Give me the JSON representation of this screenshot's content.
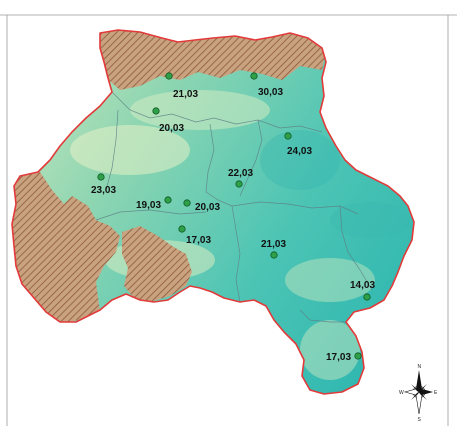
{
  "map": {
    "colors": {
      "border": "#e23a3a",
      "terrain_low": "#2fb7b0",
      "terrain_mid": "#8fd6b2",
      "terrain_high": "#d8ecc0",
      "hatch_fill": "#c9a27f",
      "hatch_line": "#8b5a3c",
      "marker_fill": "#2fa04a",
      "marker_stroke": "#0f5a22",
      "district_line": "#5e7f86"
    },
    "labels": [
      {
        "id": "lbl-1",
        "text": "21,03"
      },
      {
        "id": "lbl-2",
        "text": "30,03"
      },
      {
        "id": "lbl-3",
        "text": "20,03"
      },
      {
        "id": "lbl-4",
        "text": "24,03"
      },
      {
        "id": "lbl-5",
        "text": "22,03"
      },
      {
        "id": "lbl-6",
        "text": "23,03"
      },
      {
        "id": "lbl-7",
        "text": "19,03"
      },
      {
        "id": "lbl-8",
        "text": "20,03"
      },
      {
        "id": "lbl-9",
        "text": "17,03"
      },
      {
        "id": "lbl-10",
        "text": "21,03"
      },
      {
        "id": "lbl-11",
        "text": "14,03"
      },
      {
        "id": "lbl-12",
        "text": "17,03"
      }
    ],
    "compass": {
      "north": "N",
      "south": "S",
      "east": "E",
      "west": "W",
      "icon": "compass-rose-icon"
    }
  }
}
